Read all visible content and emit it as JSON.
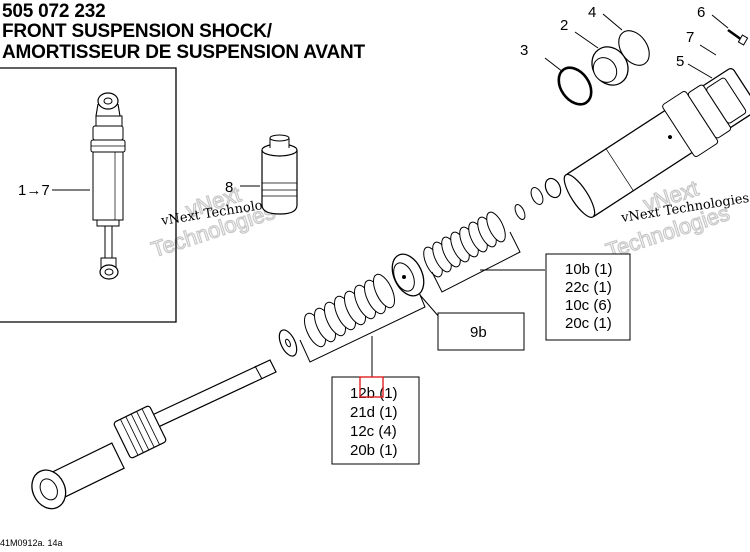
{
  "title": {
    "part_number": "505 072 232",
    "line_en": "FRONT SUSPENSION SHOCK/",
    "line_fr": "AMORTISSEUR DE SUSPENSION AVANT"
  },
  "callouts": {
    "c1to7": "1→7",
    "c8": "8",
    "c2": "2",
    "c3": "3",
    "c4": "4",
    "c5": "5",
    "c6": "6",
    "c7": "7"
  },
  "kits": {
    "kit_a": [
      "10b (1)",
      "22c (1)",
      "10c (6)",
      "20c (1)"
    ],
    "kit_b": "9b",
    "kit_c": [
      "12b (1)",
      "21d (1)",
      "12c (4)",
      "20b (1)"
    ]
  },
  "watermarks": {
    "left": "vNext Technologies",
    "left_outline_1": "vNext",
    "left_outline_2": "Technologies",
    "right": "vNext Technologies",
    "right_outline_1": "vNext",
    "right_outline_2": "Technologies"
  },
  "drawing_code": "41M0912a. 14a",
  "colors": {
    "line": "#000000",
    "highlight": "#e02020",
    "watermark": "#c8c8c8"
  }
}
